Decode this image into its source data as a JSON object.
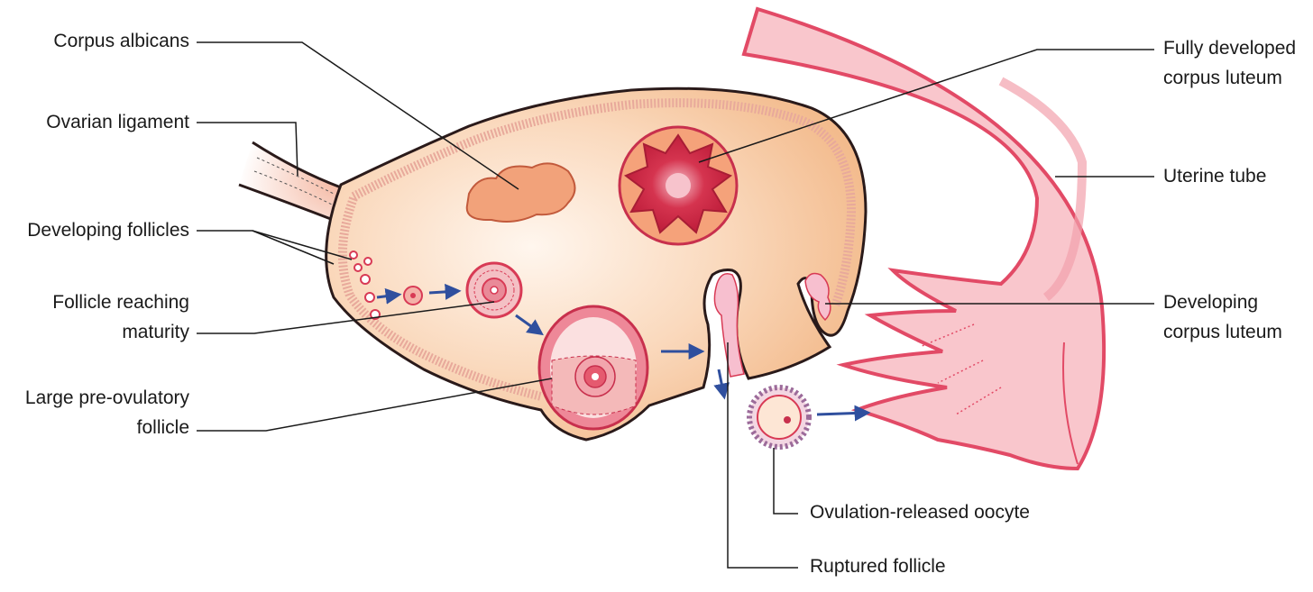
{
  "labels": {
    "corpus_albicans": "Corpus albicans",
    "ovarian_ligament": "Ovarian ligament",
    "developing_follicles": "Developing follicles",
    "follicle_maturity_line1": "Follicle reaching",
    "follicle_maturity_line2": "maturity",
    "preovulatory_line1": "Large pre-ovulatory",
    "preovulatory_line2": "follicle",
    "fully_developed_line1": "Fully developed",
    "fully_developed_line2": "corpus luteum",
    "uterine_tube": "Uterine tube",
    "developing_cl_line1": "Developing",
    "developing_cl_line2": "corpus luteum",
    "ovulation_oocyte": "Ovulation-released oocyte",
    "ruptured_follicle": "Ruptured follicle"
  },
  "colors": {
    "ovary_fill": "#f6c79c",
    "ovary_center": "#fff3e8",
    "ovary_wall": "#e8a99b",
    "outline": "#2a1a1a",
    "tube_pink": "#f7bfc6",
    "tube_edge": "#e24a66",
    "follicle_red": "#d83a55",
    "arrow_blue": "#2f4f9e",
    "leader": "#1a1a1a"
  }
}
